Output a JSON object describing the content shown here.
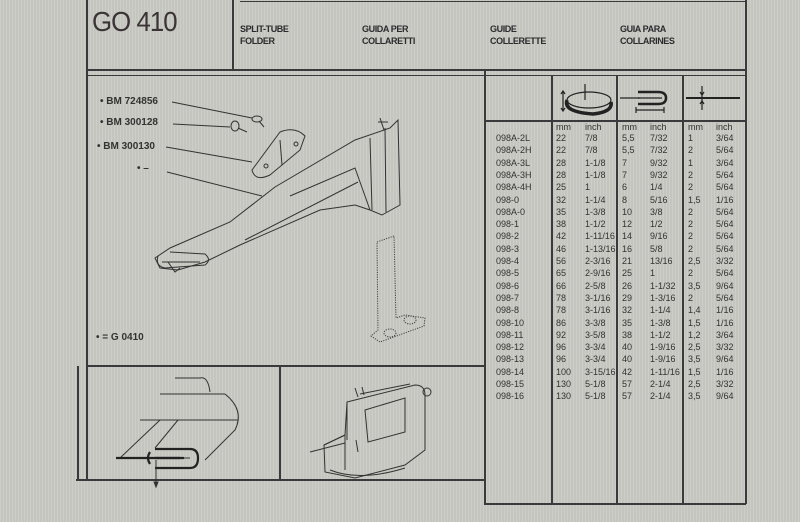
{
  "header": {
    "code": "GO 410",
    "languages": [
      {
        "line1": "SPLIT-TUBE",
        "line2": "FOLDER"
      },
      {
        "line1": "GUIDA PER",
        "line2": "COLLARETTI"
      },
      {
        "line1": "GUIDE",
        "line2": "COLLERETTE"
      },
      {
        "line1": "GUIA PARA",
        "line2": "COLLARINES"
      }
    ]
  },
  "parts": {
    "labels": [
      "• BM 724856",
      "• BM 300128",
      "• BM 300130",
      "• –"
    ],
    "footnote": "• = G 0410"
  },
  "table": {
    "column_icons": [
      "tube-diameter-icon",
      "fold-width-icon",
      "material-thickness-icon"
    ],
    "units": [
      "mm",
      "inch",
      "mm",
      "inch",
      "mm",
      "inch"
    ],
    "rows": [
      [
        "098A-2L",
        "22",
        "7/8",
        "5,5",
        "7/32",
        "1",
        "3/64"
      ],
      [
        "098A-2H",
        "22",
        "7/8",
        "5,5",
        "7/32",
        "2",
        "5/64"
      ],
      [
        "098A-3L",
        "28",
        "1-1/8",
        "7",
        "9/32",
        "1",
        "3/64"
      ],
      [
        "098A-3H",
        "28",
        "1-1/8",
        "7",
        "9/32",
        "2",
        "5/64"
      ],
      [
        "098A-4H",
        "25",
        "1",
        "6",
        "1/4",
        "2",
        "5/64"
      ],
      [
        "098-0",
        "32",
        "1-1/4",
        "8",
        "5/16",
        "1,5",
        "1/16"
      ],
      [
        "098A-0",
        "35",
        "1-3/8",
        "10",
        "3/8",
        "2",
        "5/64"
      ],
      [
        "098-1",
        "38",
        "1-1/2",
        "12",
        "1/2",
        "2",
        "5/64"
      ],
      [
        "098-2",
        "42",
        "1-11/16",
        "14",
        "9/16",
        "2",
        "5/64"
      ],
      [
        "098-3",
        "46",
        "1-13/16",
        "16",
        "5/8",
        "2",
        "5/64"
      ],
      [
        "098-4",
        "56",
        "2-3/16",
        "21",
        "13/16",
        "2,5",
        "3/32"
      ],
      [
        "098-5",
        "65",
        "2-9/16",
        "25",
        "1",
        "2",
        "5/64"
      ],
      [
        "098-6",
        "66",
        "2-5/8",
        "26",
        "1-1/32",
        "3,5",
        "9/64"
      ],
      [
        "098-7",
        "78",
        "3-1/16",
        "29",
        "1-3/16",
        "2",
        "5/64"
      ],
      [
        "098-8",
        "78",
        "3-1/16",
        "32",
        "1-1/4",
        "1,4",
        "1/16"
      ],
      [
        "098-10",
        "86",
        "3-3/8",
        "35",
        "1-3/8",
        "1,5",
        "1/16"
      ],
      [
        "098-11",
        "92",
        "3-5/8",
        "38",
        "1-1/2",
        "1,2",
        "3/64"
      ],
      [
        "098-12",
        "96",
        "3-3/4",
        "40",
        "1-9/16",
        "2,5",
        "3/32"
      ],
      [
        "098-13",
        "96",
        "3-3/4",
        "40",
        "1-9/16",
        "3,5",
        "9/64"
      ],
      [
        "098-14",
        "100",
        "3-15/16",
        "42",
        "1-11/16",
        "1,5",
        "1/16"
      ],
      [
        "098-15",
        "130",
        "5-1/8",
        "57",
        "2-1/4",
        "2,5",
        "3/32"
      ],
      [
        "098-16",
        "130",
        "5-1/8",
        "57",
        "2-1/4",
        "3,5",
        "9/64"
      ]
    ]
  }
}
